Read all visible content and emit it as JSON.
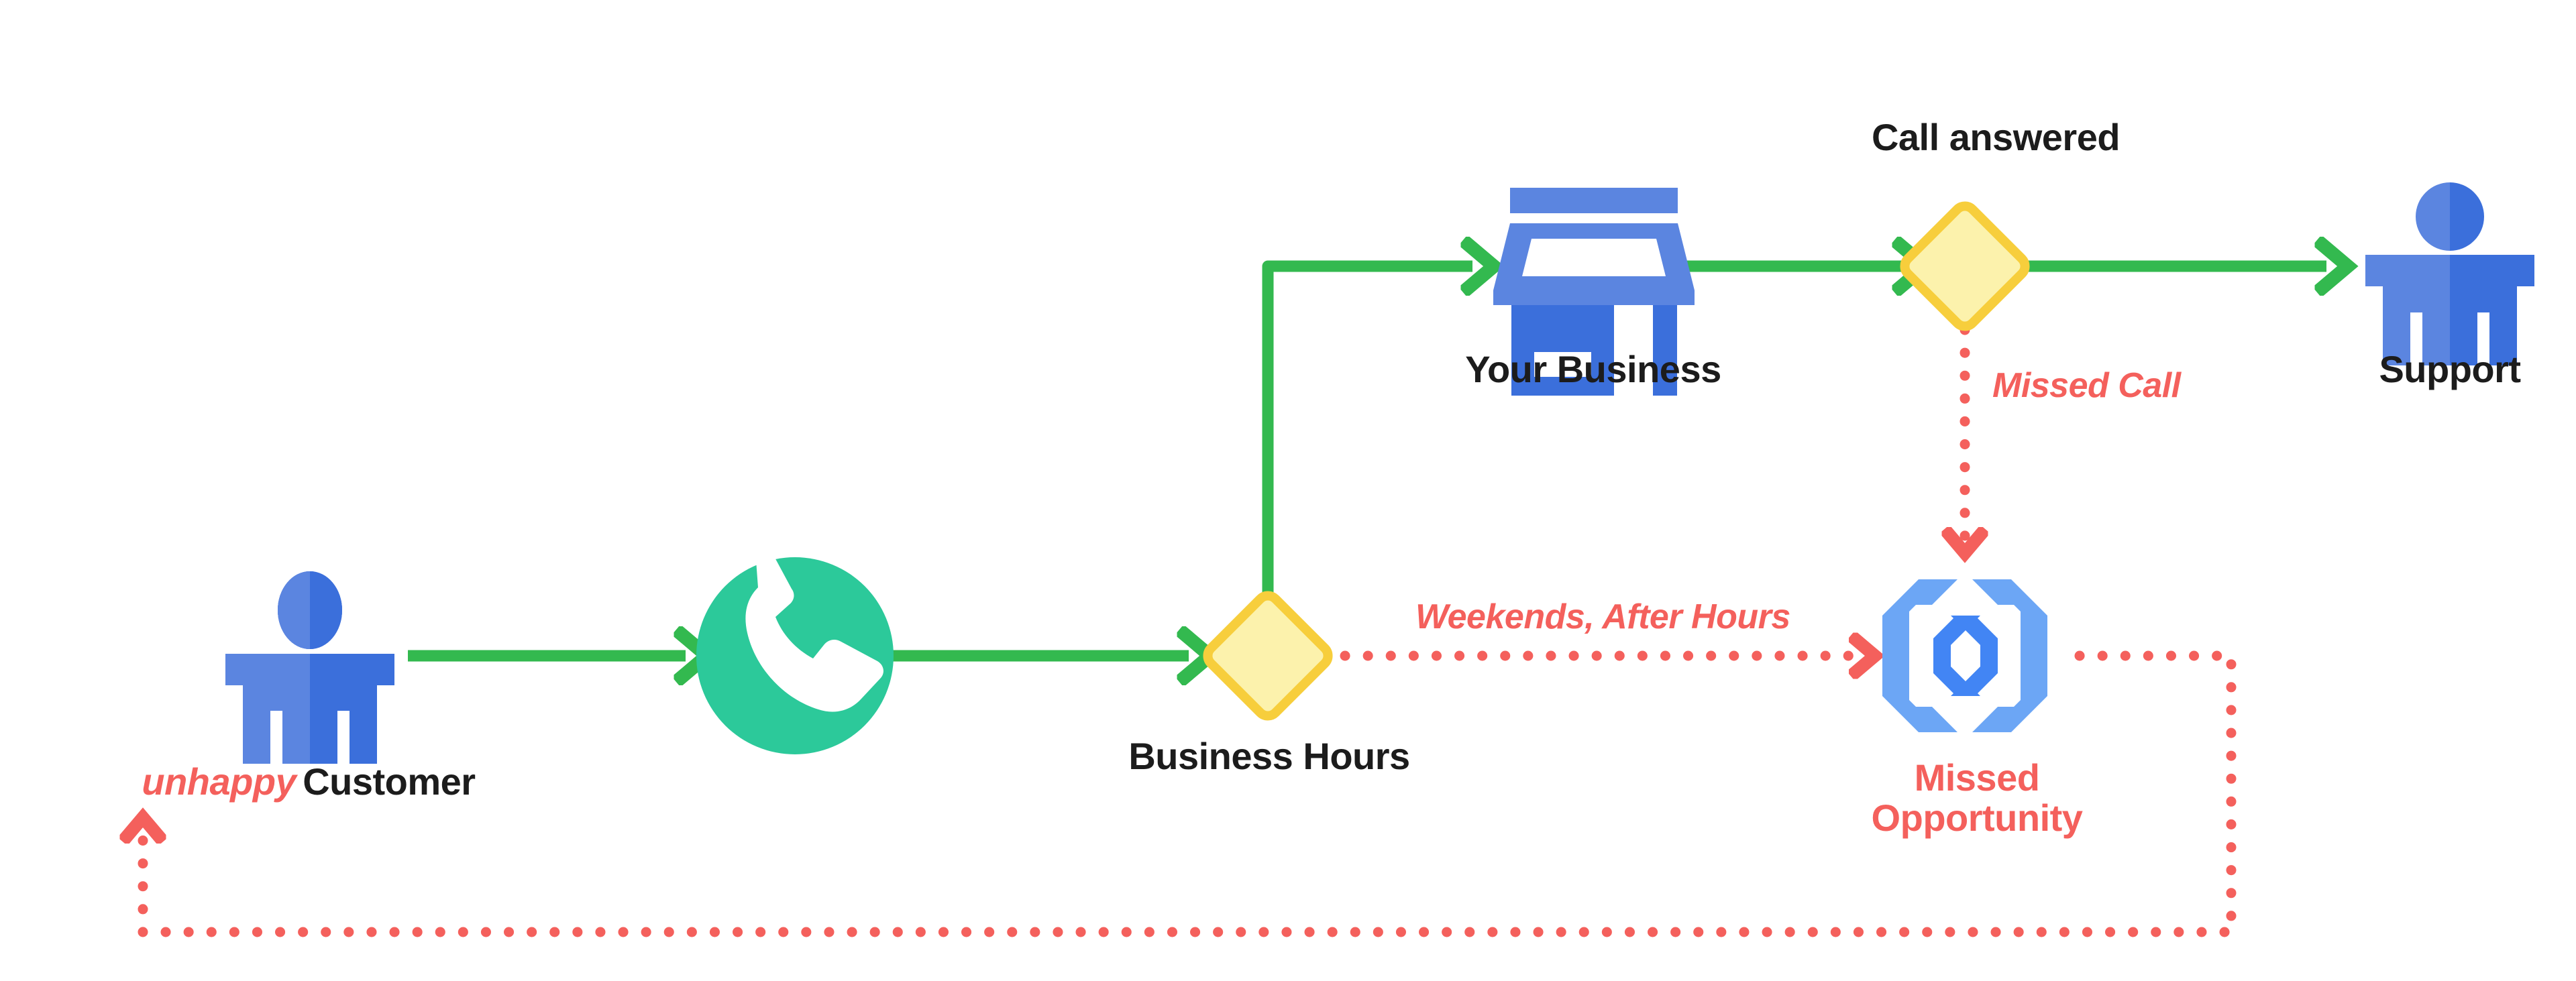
{
  "diagram": {
    "title": "Missed Call Flow",
    "background_color": "#FFFFFF",
    "colors": {
      "green_flow": "#33B94F",
      "red_dotted": "#F4605C",
      "diamond_fill": "#FCF2AC",
      "diamond_stroke": "#F7CE3C",
      "person_light_blue": "#5B85E0",
      "person_dark_blue": "#3B6FDB",
      "store_light_blue": "#5B85E0",
      "store_dark_blue": "#3B6FDB",
      "phone_teal": "#2CC99A",
      "opportunity_light_blue": "#6CA6F5",
      "opportunity_dark_blue": "#4285F4",
      "label_dark": "#1C1C1C"
    }
  },
  "nodes": {
    "customer": {
      "label_emphasis": "unhappy",
      "label": "Customer",
      "icon": "person-icon"
    },
    "phone_call": {
      "label": "",
      "icon": "phone-handset-icon"
    },
    "business_hours": {
      "label": "Business Hours",
      "icon": "decision-diamond-icon"
    },
    "your_business": {
      "label": "Your Business",
      "icon": "storefront-icon"
    },
    "call_answered": {
      "label": "Call answered",
      "icon": "decision-diamond-icon"
    },
    "support": {
      "label": "Support",
      "icon": "person-icon"
    },
    "missed_opportunity": {
      "label_line1": "Missed",
      "label_line2": "Opportunity",
      "icon": "broken-link-octagon-icon"
    }
  },
  "edges": {
    "customer_to_phone": {
      "label": "",
      "style": "solid",
      "color": "#33B94F"
    },
    "phone_to_business_hours": {
      "label": "",
      "style": "solid",
      "color": "#33B94F"
    },
    "business_hours_to_business": {
      "label": "",
      "style": "solid",
      "color": "#33B94F"
    },
    "business_to_call_answered": {
      "label": "",
      "style": "solid",
      "color": "#33B94F"
    },
    "call_answered_to_support": {
      "label": "",
      "style": "solid",
      "color": "#33B94F"
    },
    "business_hours_to_missed": {
      "label": "Weekends, After Hours",
      "style": "dotted",
      "color": "#F4605C"
    },
    "call_answered_to_missed": {
      "label": "Missed Call",
      "style": "dotted",
      "color": "#F4605C"
    },
    "missed_to_customer": {
      "label": "",
      "style": "dotted",
      "color": "#F4605C"
    }
  }
}
